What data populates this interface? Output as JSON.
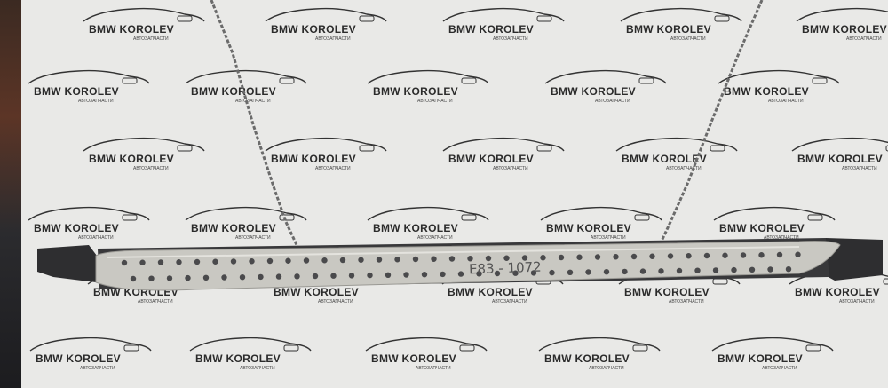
{
  "brand": {
    "name": "BMW KOROLEV",
    "subtitle": "АВТОЗАПЧАСТИ"
  },
  "part_marking": "E83 - 1072",
  "colors": {
    "backdrop": "#e9e9e7",
    "board": "#c9c8c2",
    "chain": "#6e6e6e",
    "mount": "#2f2f31"
  }
}
